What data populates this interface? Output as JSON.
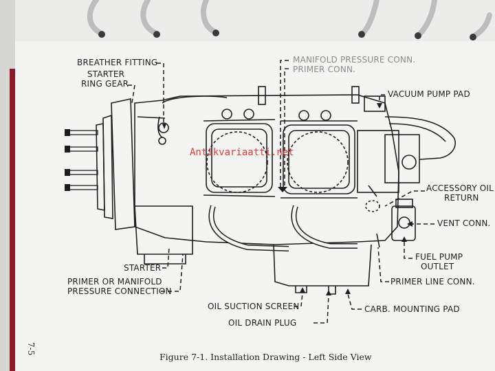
{
  "labels": {
    "breather_fitting": "BREATHER FITTING",
    "starter_ring_gear_1": "STARTER",
    "starter_ring_gear_2": "RING GEAR",
    "manifold_pressure_conn": "MANIFOLD PRESSURE CONN.",
    "primer_conn": "PRIMER CONN.",
    "vacuum_pump_pad": "VACUUM PUMP PAD",
    "accessory_oil_return_1": "ACCESSORY OIL",
    "accessory_oil_return_2": "RETURN",
    "vent_conn": "VENT CONN.",
    "fuel_pump_outlet_1": "FUEL PUMP",
    "fuel_pump_outlet_2": "OUTLET",
    "primer_line_conn": "PRIMER LINE CONN.",
    "starter": "STARTER",
    "primer_or_manifold_1": "PRIMER OR MANIFOLD",
    "primer_or_manifold_2": "PRESSURE CONNECTION",
    "oil_suction_screen": "OIL SUCTION SCREEN",
    "oil_drain_plug": "OIL DRAIN PLUG",
    "carb_mounting_pad": "CARB. MOUNTING PAD"
  },
  "caption": "Figure 7-1. Installation Drawing - Left Side View",
  "page_number": "7-5",
  "watermark": "Antikvariaatti.net",
  "colors": {
    "paper": "#f4f4f2",
    "ink": "#1d1d1d",
    "watermark": "#e33b3b",
    "binder_ring": "#c9c9c9",
    "binder_edge": "#8c1a2a"
  }
}
